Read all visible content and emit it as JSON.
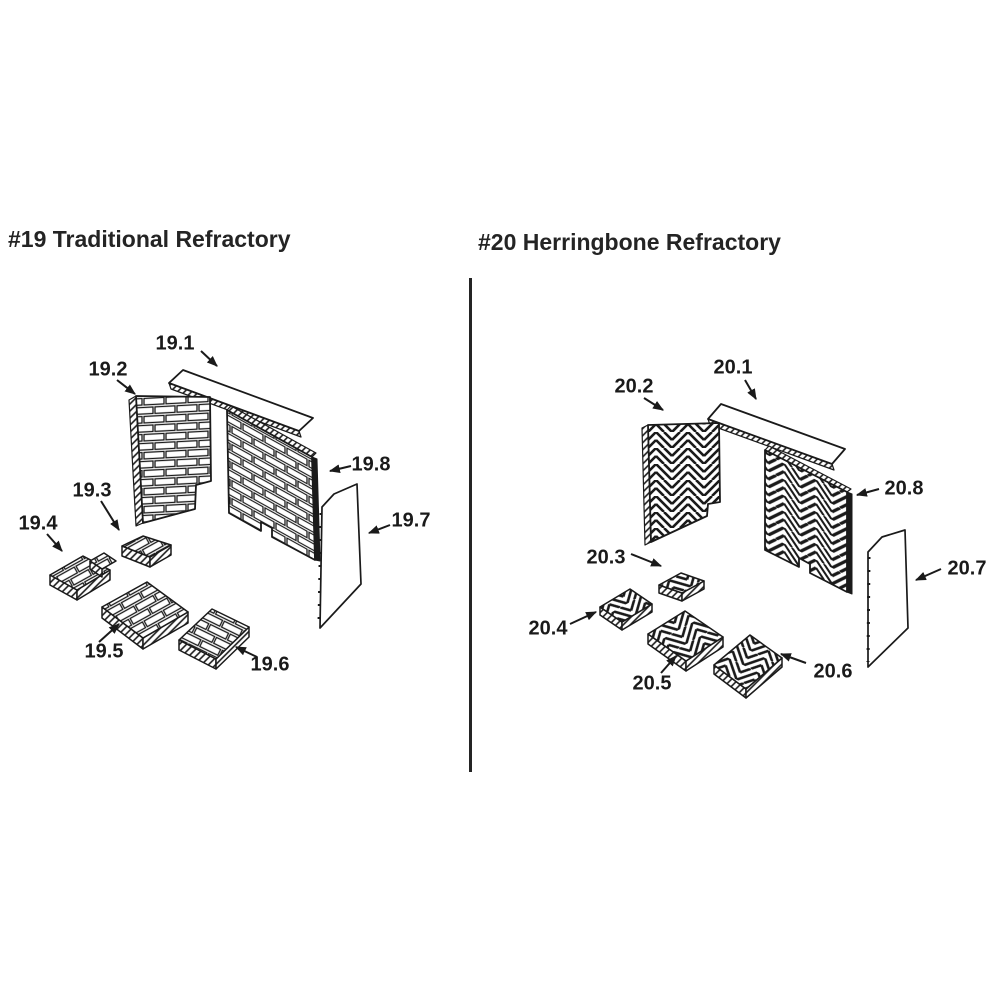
{
  "left_diagram": {
    "title": "#19 Traditional Refractory",
    "labels": [
      "19.1",
      "19.2",
      "19.3",
      "19.4",
      "19.5",
      "19.6",
      "19.7",
      "19.8"
    ]
  },
  "right_diagram": {
    "title": "#20 Herringbone Refractory",
    "labels": [
      "20.1",
      "20.2",
      "20.3",
      "20.4",
      "20.5",
      "20.6",
      "20.7",
      "20.8"
    ]
  },
  "colors": {
    "line": "#1a1a1a",
    "text": "#242424",
    "background": "#ffffff"
  }
}
